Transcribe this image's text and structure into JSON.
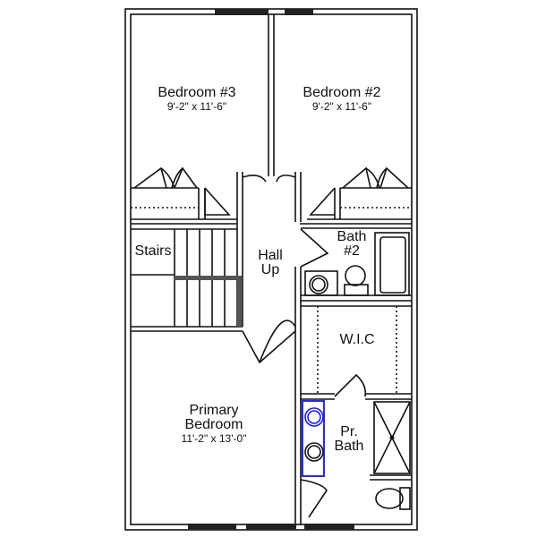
{
  "rooms": {
    "bedroom3": {
      "name": "Bedroom #3",
      "dims": "9'-2\" x 11'-6\""
    },
    "bedroom2": {
      "name": "Bedroom #2",
      "dims": "9'-2\" x 11'-6\""
    },
    "stairs": {
      "name": "Stairs"
    },
    "hall": {
      "name": "Hall",
      "sub": "Up"
    },
    "bath2": {
      "name": "Bath",
      "sub": "#2"
    },
    "wic": {
      "name": "W.I.C"
    },
    "primary": {
      "name": "Primary",
      "sub": "Bedroom",
      "dims": "11'-2\" x 13'-0\""
    },
    "prbath": {
      "name": "Pr.",
      "sub": "Bath"
    }
  },
  "colors": {
    "wall": "#111111",
    "highlight": "#1a1aff"
  }
}
